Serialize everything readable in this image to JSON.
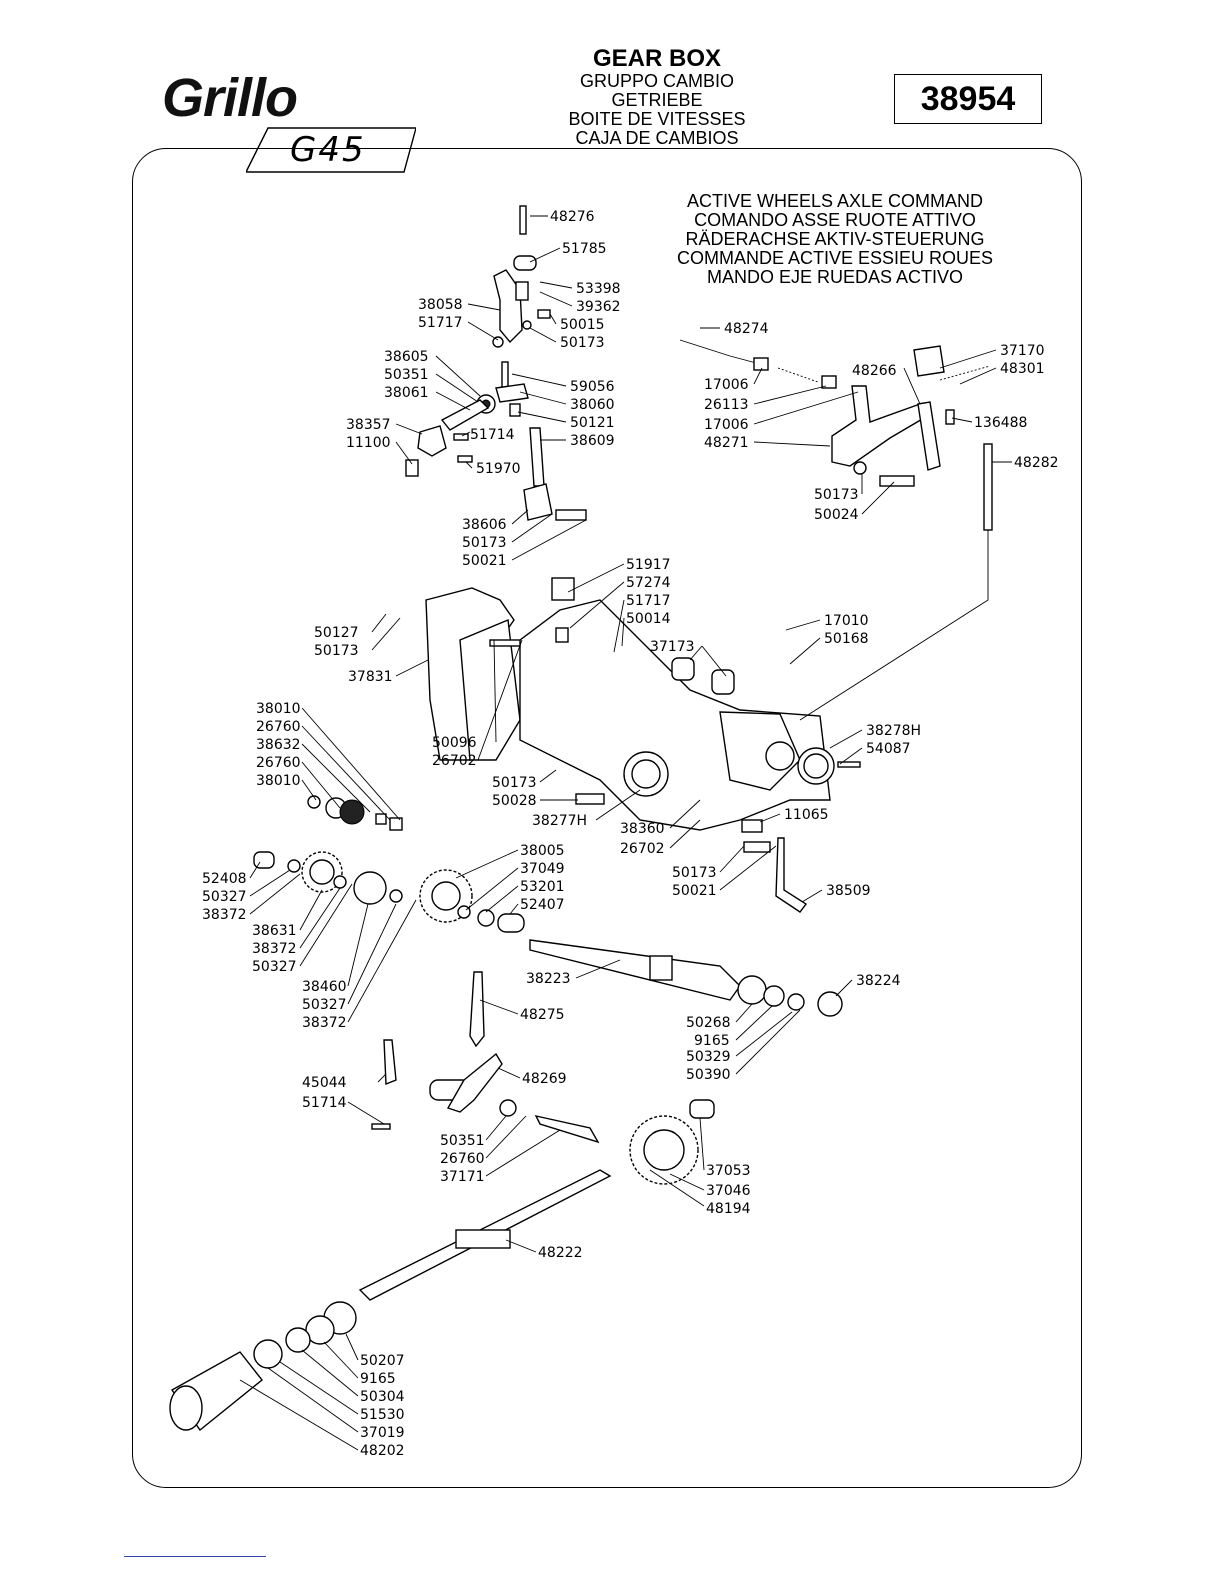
{
  "brand": {
    "logo": "Grillo",
    "model": "G45"
  },
  "title": {
    "main": "GEAR BOX",
    "lines": [
      "GRUPPO CAMBIO",
      "GETRIEBE",
      "BOITE DE VITESSES",
      "CAJA DE CAMBIOS"
    ]
  },
  "table_code": "38954",
  "subassembly": {
    "lines": [
      "ACTIVE WHEELS AXLE COMMAND",
      "COMANDO ASSE RUOTE ATTIVO",
      "RÄDERACHSE AKTIV-STEUERUNG",
      "COMMANDE ACTIVE ESSIEU ROUES",
      "MANDO EJE RUEDAS ACTIVO"
    ]
  },
  "parts": [
    "48276",
    "51785",
    "53398",
    "39362",
    "38058",
    "51717",
    "50015",
    "50173",
    "38605",
    "50351",
    "38061",
    "59056",
    "38060",
    "50121",
    "38357",
    "11100",
    "51714",
    "38609",
    "51970",
    "38606",
    "50173",
    "50021",
    "48274",
    "37170",
    "48301",
    "48266",
    "17006",
    "26113",
    "17006",
    "48271",
    "136488",
    "48282",
    "50173",
    "50024",
    "51917",
    "57274",
    "51717",
    "50014",
    "37173",
    "17010",
    "50168",
    "50127",
    "50173",
    "37831",
    "50096",
    "26702",
    "50173",
    "50028",
    "38277H",
    "38278H",
    "54087",
    "11065",
    "38360",
    "26702",
    "50173",
    "50021",
    "38509",
    "38010",
    "26760",
    "38632",
    "26760",
    "38010",
    "52408",
    "50327",
    "38372",
    "38631",
    "38372",
    "50327",
    "38005",
    "37049",
    "53201",
    "52407",
    "38460",
    "50327",
    "38372",
    "38223",
    "48275",
    "38224",
    "50268",
    "9165",
    "50329",
    "50390",
    "45044",
    "51714",
    "48269",
    "50351",
    "26760",
    "37171",
    "37053",
    "37046",
    "48194",
    "48222",
    "50207",
    "9165",
    "50304",
    "51530",
    "37019",
    "48202"
  ]
}
